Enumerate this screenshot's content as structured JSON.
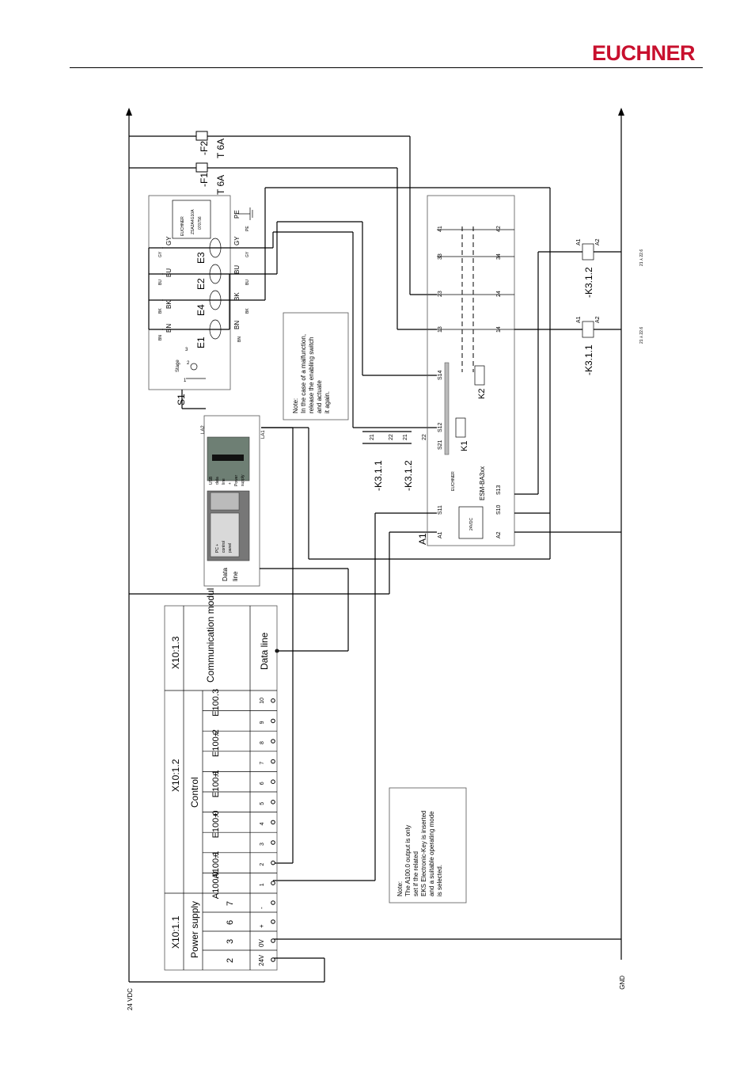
{
  "header": {
    "brand": "EUCHNER",
    "brand_color": "#c8102e"
  },
  "rails": {
    "supply": "24 VDC",
    "ground": "GND"
  },
  "fuses": [
    {
      "label": "-F1",
      "rating": "T 6A"
    },
    {
      "label": "-F2",
      "rating": "T 6A"
    }
  ],
  "enabling_switch": {
    "label": "S1",
    "stage_label": "Stage",
    "stage_numbers": [
      "1",
      "2",
      "3"
    ],
    "contacts": [
      "E1",
      "E4",
      "E2",
      "E3"
    ],
    "wire_colors_top": [
      "BN",
      "BK",
      "BU",
      "GY"
    ],
    "wire_colors_bottom": [
      "BN",
      "BK",
      "BU",
      "GY",
      "PE"
    ],
    "wire_colors_small": [
      "BN",
      "BK",
      "BU",
      "GY"
    ],
    "part_text": [
      "ZSA2A4G10A",
      "070756"
    ],
    "logo": "EUCHNER"
  },
  "note_malfunction": [
    "Note:",
    "In the case of a malfunction,",
    "release the enabling switch",
    "and actuate",
    "it again."
  ],
  "note_output": [
    "Note:",
    "The A100.0 output is only",
    "set if the related",
    "EKS Electronic-Key is inserted",
    "and a suitable operating mode",
    "is selected."
  ],
  "eks_device": {
    "port_labels": [
      "LA1",
      "LA2"
    ],
    "side_labels": [
      "USB",
      "data",
      "line",
      "+",
      "Power",
      "supply"
    ],
    "panel_labels": [
      "PC +",
      "control",
      "panel"
    ],
    "data_line_labels": [
      "Data",
      "line"
    ]
  },
  "relay_module": {
    "label": "A1",
    "model": "ESM-BA3xx",
    "logo": "EUCHNER",
    "supply_text": "24VDC",
    "top_terminals": [
      "13",
      "23",
      "33",
      "41"
    ],
    "top_terminals_inner": [
      "14",
      "24",
      "34",
      "42"
    ],
    "input_terminals": [
      "S14",
      "S12",
      "S21",
      "S11",
      "A1"
    ],
    "output_terminals": [
      "S13",
      "S10",
      "A2"
    ],
    "relays": [
      "K1",
      "K2"
    ]
  },
  "contactors": [
    {
      "label": "-K3.1.1",
      "terminals": [
        "A1",
        "A2"
      ],
      "ref": "21 ⅄ 22.6"
    },
    {
      "label": "-K3.1.2",
      "terminals": [
        "A1",
        "A2"
      ],
      "ref": "21 ⅄ 22.6"
    }
  ],
  "contact_refs": [
    {
      "label": "-K3.1.1",
      "pins": [
        "21",
        "22"
      ]
    },
    {
      "label": "-K3.1.2",
      "pins": [
        "21",
        "22"
      ]
    }
  ],
  "terminal_strip": {
    "groups": [
      {
        "id": "X10:1.1",
        "title": "Power supply",
        "pins": [
          "2",
          "3",
          "6",
          "7"
        ],
        "signals": [
          "24V",
          "0V",
          "+",
          "-"
        ]
      },
      {
        "id": "X10:1.2",
        "title": "Control",
        "signals": [
          "A100.0",
          "A100.1",
          "+",
          "E100.0",
          "+",
          "E100.1",
          "+",
          "E100.2",
          "+",
          "E100.3"
        ],
        "pins": [
          "1",
          "2",
          "3",
          "4",
          "5",
          "6",
          "7",
          "8",
          "9",
          "10"
        ]
      },
      {
        "id": "X10:1.3",
        "title": "Communication modul",
        "signals": [
          "Data line"
        ]
      }
    ]
  }
}
